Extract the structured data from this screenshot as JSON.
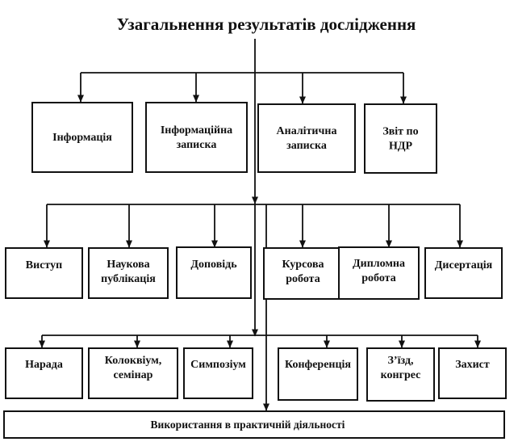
{
  "title": "Узагальнення результатів дослідження",
  "row1": [
    {
      "lines": [
        "Інформація"
      ]
    },
    {
      "lines": [
        "Інформаційна",
        "записка"
      ]
    },
    {
      "lines": [
        "Аналітична",
        "записка"
      ]
    },
    {
      "lines": [
        "Звіт по",
        "НДР"
      ]
    }
  ],
  "row2": [
    {
      "lines": [
        "Виступ"
      ]
    },
    {
      "lines": [
        "Наукова",
        "публікація"
      ]
    },
    {
      "lines": [
        "Доповідь"
      ]
    },
    {
      "lines": [
        "Курсова",
        "робота"
      ]
    },
    {
      "lines": [
        "Дипломна",
        "робота"
      ]
    },
    {
      "lines": [
        "Дисертація"
      ]
    }
  ],
  "row3": [
    {
      "lines": [
        "Нарада"
      ]
    },
    {
      "lines": [
        "Колоквіум,",
        "семінар"
      ]
    },
    {
      "lines": [
        "Симпозіум"
      ]
    },
    {
      "lines": [
        "Конференція"
      ]
    },
    {
      "lines": [
        "З’їзд,",
        "конгрес"
      ]
    },
    {
      "lines": [
        "Захист"
      ]
    }
  ],
  "footer": "Використання в практичній діяльності"
}
